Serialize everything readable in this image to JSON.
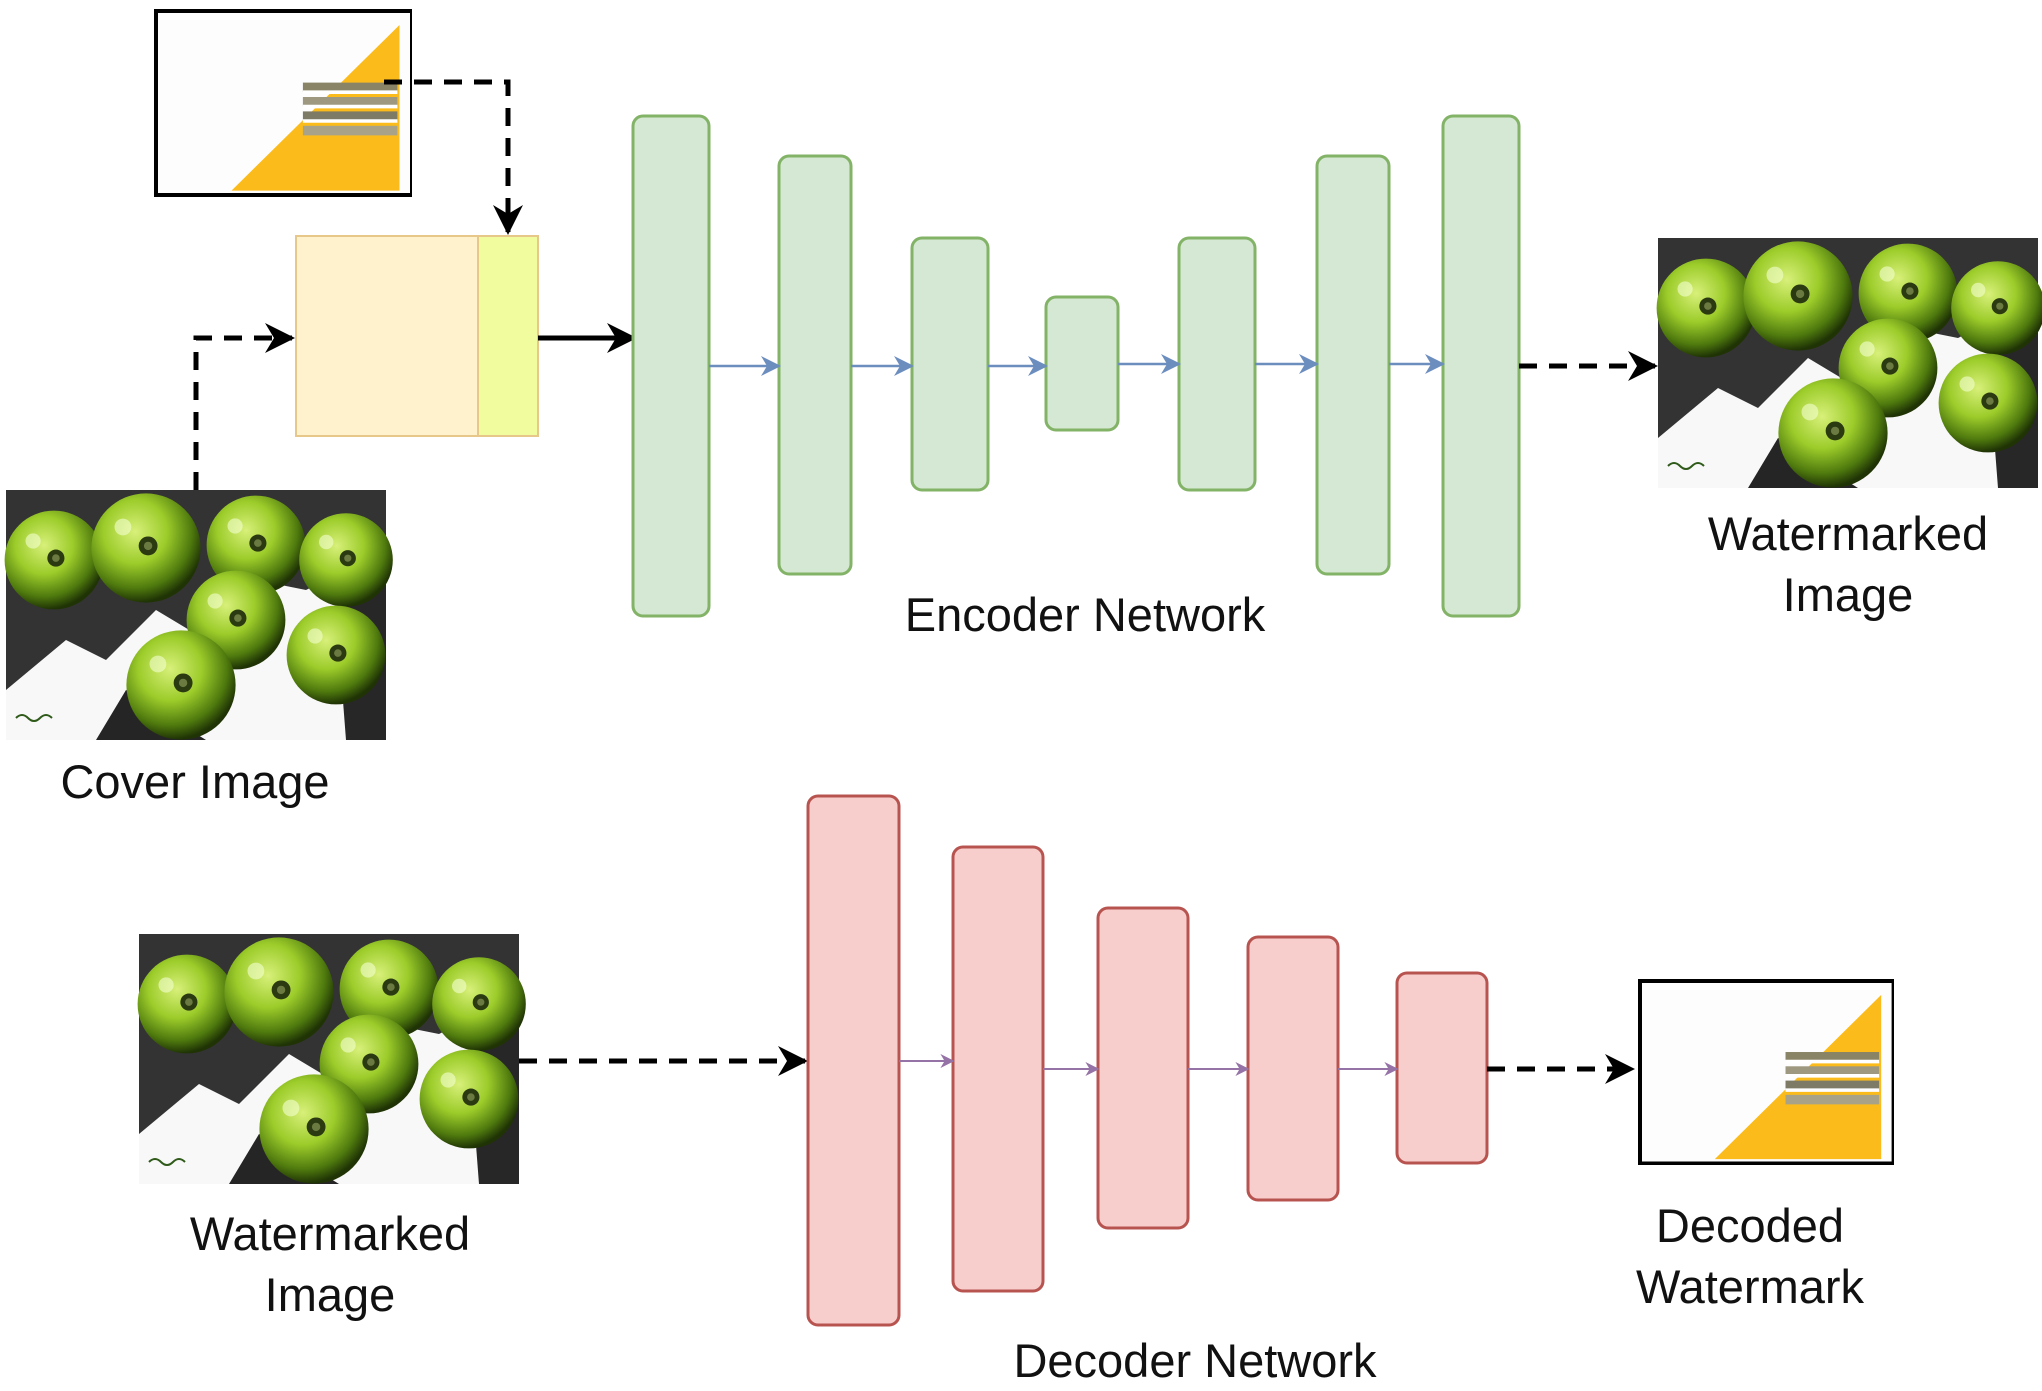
{
  "labels": {
    "cover_image": "Cover Image",
    "encoder_network": "Encoder Network",
    "watermarked_image_top_1": "Watermarked",
    "watermarked_image_top_2": "Image",
    "watermarked_image_bottom_1": "Watermarked",
    "watermarked_image_bottom_2": "Image",
    "decoder_network": "Decoder Network",
    "decoded_watermark_1": "Decoded",
    "decoded_watermark_2": "Watermark"
  },
  "colors": {
    "encoder_fill": "#d5e8d4",
    "encoder_stroke": "#82b366",
    "decoder_fill": "#f8cecc",
    "decoder_stroke": "#b85450",
    "concat_left_fill": "#fff2cc",
    "concat_left_stroke": "#e8c88a",
    "concat_right_fill": "#f0fc9e",
    "encoder_arrow": "#6c8ebf",
    "decoder_arrow": "#9673a6",
    "flow_arrow": "#000000",
    "watermark_yellow": "#fbbc1b",
    "apple_green": "#8cbf1e"
  },
  "icons": {
    "watermark_logo": "yellow-triangle-logo-icon",
    "apples_photo": "green-apples-photo"
  }
}
